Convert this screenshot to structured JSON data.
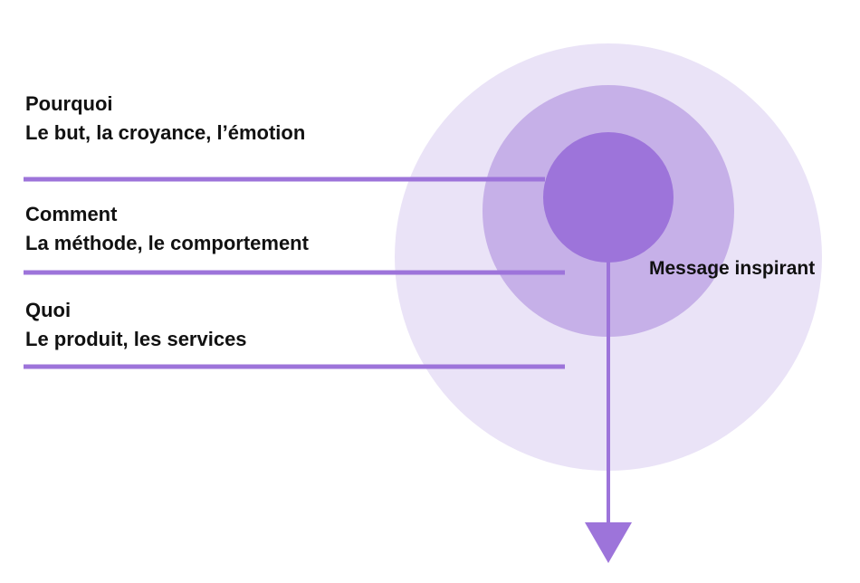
{
  "colors": {
    "outer_circle": "#eae3f7",
    "middle_circle": "#c6b0e8",
    "inner_circle": "#9d74da",
    "lines": "#9d74da",
    "arrow": "#9d74da",
    "text": "#111111"
  },
  "levels": [
    {
      "title": "Pourquoi",
      "subtitle": "Le but, la croyance, l’émotion"
    },
    {
      "title": "Comment",
      "subtitle": "La méthode, le comportement"
    },
    {
      "title": "Quoi",
      "subtitle": "Le produit, les services"
    }
  ],
  "arrow_label": "Message inspirant"
}
